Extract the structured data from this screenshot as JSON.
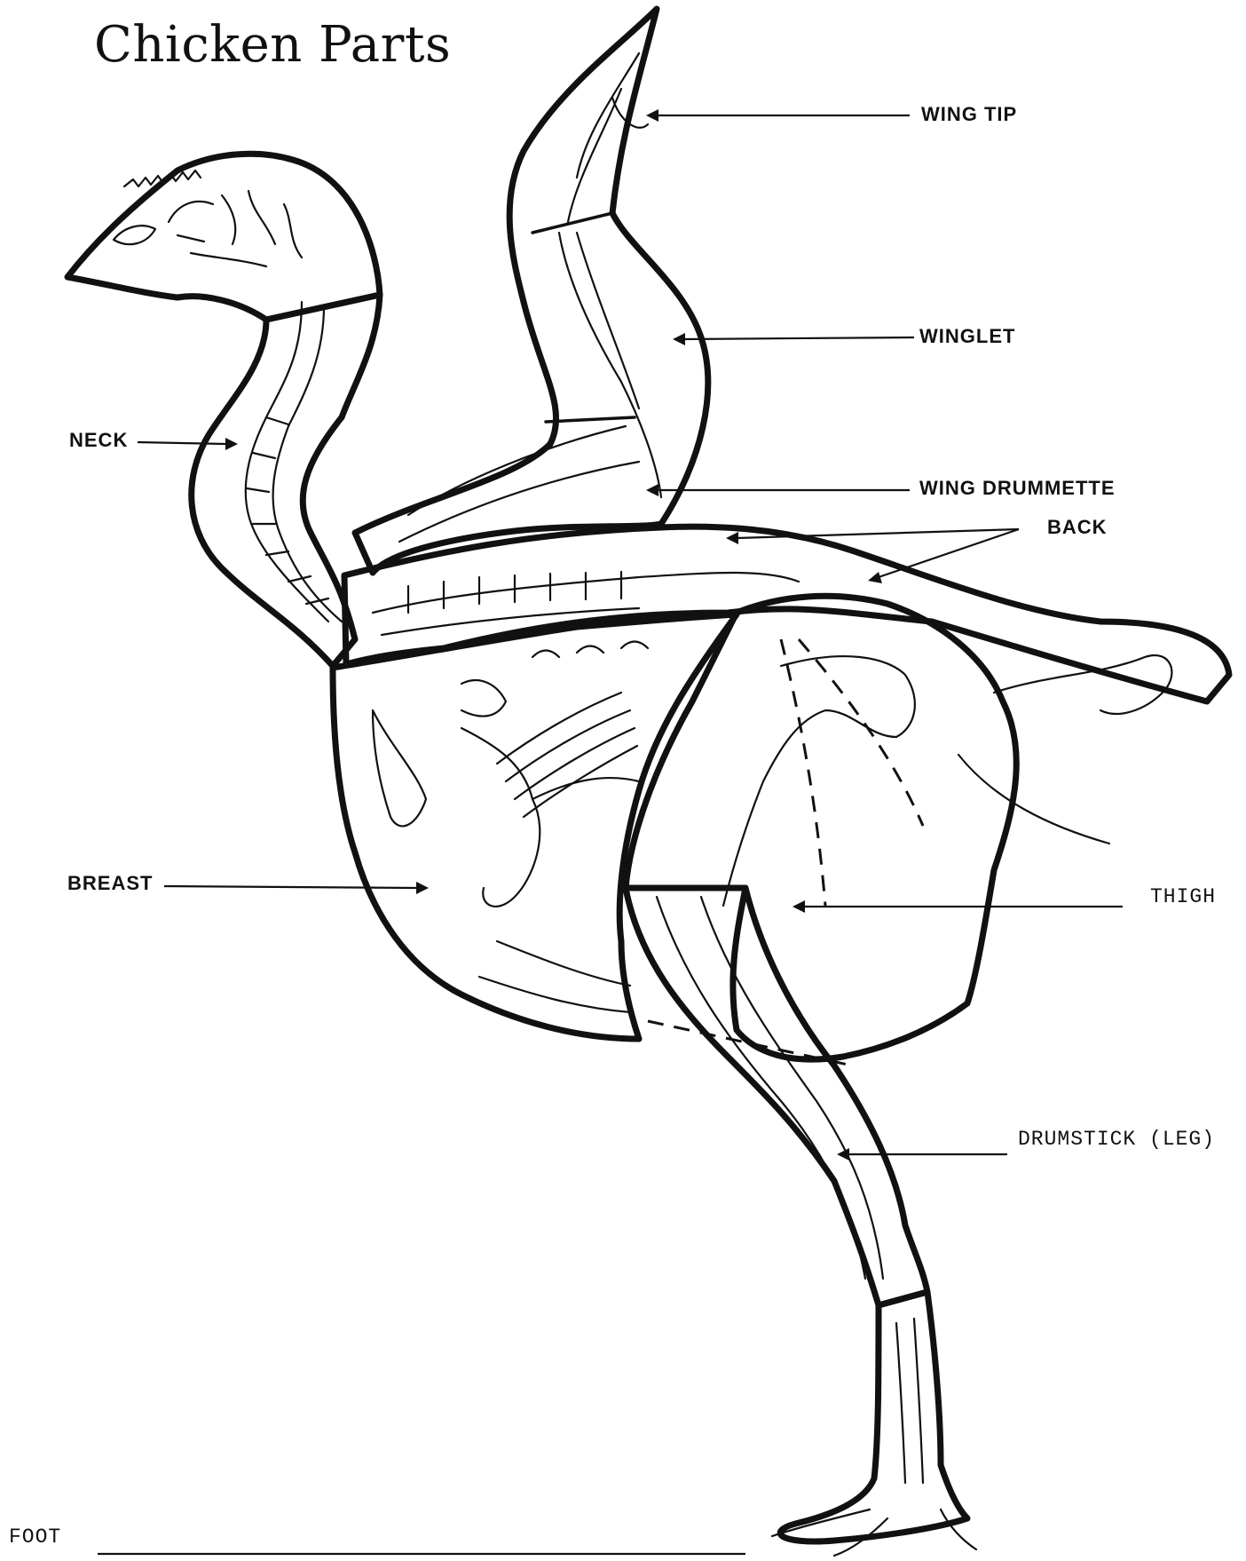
{
  "title": "Chicken Parts",
  "labels": {
    "wing_tip": "WING TIP",
    "winglet": "WINGLET",
    "neck": "NECK",
    "wing_drummette": "WING DRUMMETTE",
    "back": "BACK",
    "breast": "BREAST",
    "thigh": "THIGH",
    "drumstick": "DRUMSTICK (LEG)",
    "foot": "FOOT"
  }
}
